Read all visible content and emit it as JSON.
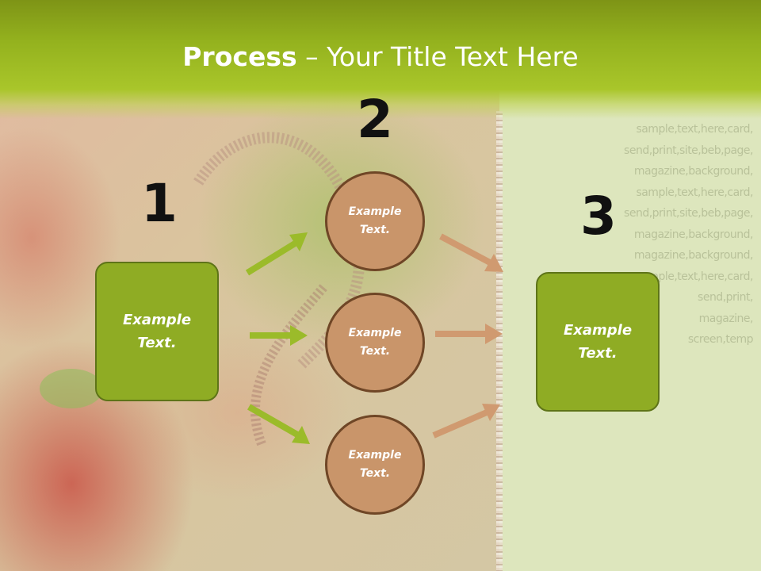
{
  "title": {
    "bold": "Process",
    "rest": " – Your Title Text Here"
  },
  "steps": {
    "one": "1",
    "two": "2",
    "three": "3"
  },
  "left_box": {
    "label": "Example\nText."
  },
  "right_box": {
    "label": "Example\nText."
  },
  "circles": [
    {
      "label": "Example\nText."
    },
    {
      "label": "Example\nText."
    },
    {
      "label": "Example\nText."
    }
  ],
  "watermark_lines": [
    "sample,text,here,card,",
    "send,print,site,beb,page,",
    "magazine,background,",
    "sample,text,here,card,",
    "send,print,site,beb,page,",
    "magazine,background,",
    "magazine,background,",
    "sample,text,here,card,",
    "send,print,",
    "magazine,",
    "screen,temp"
  ],
  "colors": {
    "header_green": "#94b21e",
    "box_green": "#8fac24",
    "circle_tan": "#c9956a",
    "green_arrow": "#9bbb2a",
    "tan_arrow": "#d09a70"
  }
}
